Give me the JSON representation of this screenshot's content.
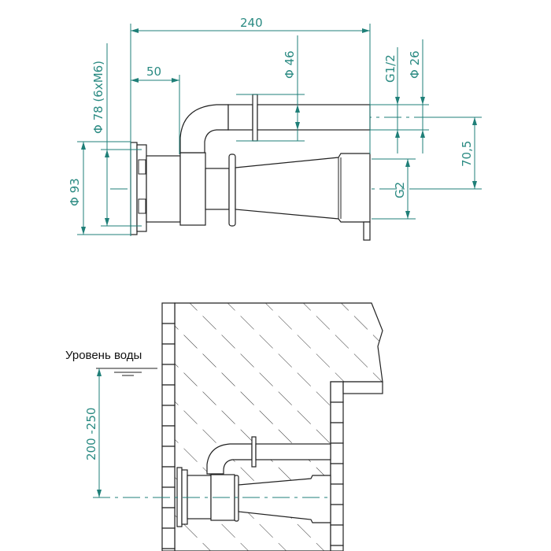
{
  "colors": {
    "dimension": "#1f7f78",
    "outline": "#222222"
  },
  "top_view": {
    "dim_total_length": "240",
    "dim_flange_offset": "50",
    "dim_bolt_circle": "Φ 78 (6xM6)",
    "dim_flange_diameter": "Φ 93",
    "dim_air_flange": "Φ 46",
    "dim_air_thread": "G1/2",
    "dim_air_pipe": "Φ 26",
    "dim_axis_offset": "70,5",
    "dim_main_thread": "G2"
  },
  "install_view": {
    "water_level_label": "Уровень воды",
    "dim_depth": "200 -250"
  }
}
